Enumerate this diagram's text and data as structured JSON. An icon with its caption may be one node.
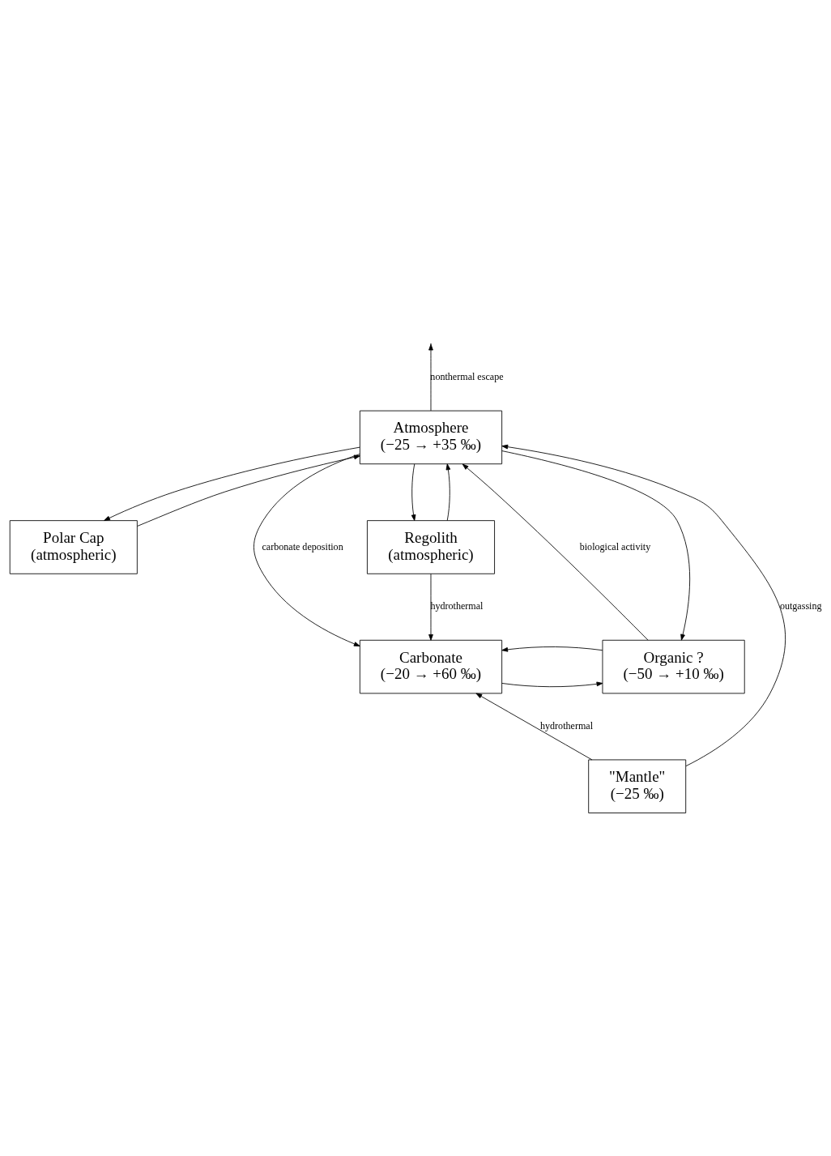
{
  "diagram": {
    "nodes": [
      {
        "text": [
          "Atmosphere",
          "(−25 → +35 ‰)"
        ]
      },
      {
        "text": [
          "Polar Cap",
          "(atmospheric)"
        ]
      },
      {
        "text": [
          "Regolith",
          "(atmospheric)"
        ]
      },
      {
        "text": [
          "Organic ?",
          "(−50 → +10 ‰)"
        ]
      },
      {
        "text": [
          "Carbonate",
          "(−20 → +60 ‰)"
        ]
      },
      {
        "text": [
          "\"Mantle\"",
          "(−25 ‰)"
        ]
      }
    ],
    "edges": [
      {
        "from": 0,
        "to": null,
        "label": "nonthermal escape",
        "arrow": "to"
      },
      {
        "from": 0,
        "to": 1,
        "arrow": "to"
      },
      {
        "from": 1,
        "to": 0,
        "arrow": "to"
      },
      {
        "from": 0,
        "to": 3,
        "arrow": "to"
      },
      {
        "from": 3,
        "to": 0,
        "label": "biological activity",
        "arrow": "to"
      },
      {
        "from": 5,
        "to": 0,
        "label": "outgassing",
        "arrow": "to"
      },
      {
        "from": 0,
        "to": 4,
        "label": "carbonate deposition",
        "arrow": "to"
      },
      {
        "from": 0,
        "to": 2,
        "arrow": "to"
      },
      {
        "from": 2,
        "to": 0,
        "arrow": "to"
      },
      {
        "from": 2,
        "to": 4,
        "label": "hydrothermal",
        "arrow": "to"
      },
      {
        "from": 4,
        "to": 3,
        "arrow": "to"
      },
      {
        "from": 3,
        "to": 4,
        "arrow": "to"
      },
      {
        "from": 5,
        "to": 4,
        "label": "hydrothermal",
        "arrow": "to"
      }
    ]
  }
}
